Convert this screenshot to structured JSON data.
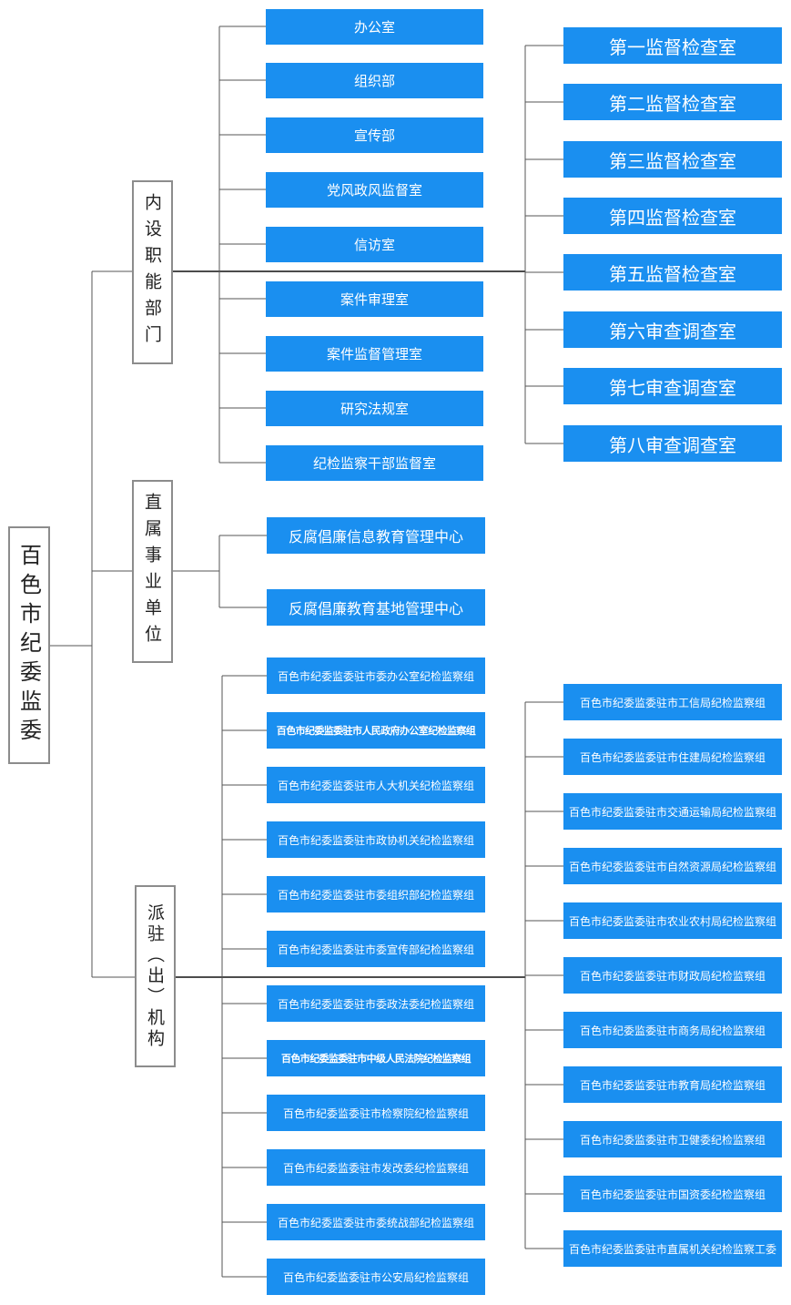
{
  "root": {
    "label": "百色市纪委监委"
  },
  "categories": {
    "internal": {
      "label": "内设职能部门"
    },
    "affiliated": {
      "label": "直属事业单位"
    },
    "dispatched": {
      "label": "派驻（出）机构"
    }
  },
  "internal": {
    "left": [
      "办公室",
      "组织部",
      "宣传部",
      "党风政风监督室",
      "信访室",
      "案件审理室",
      "案件监督管理室",
      "研究法规室",
      "纪检监察干部监督室"
    ],
    "right": [
      "第一监督检查室",
      "第二监督检查室",
      "第三监督检查室",
      "第四监督检查室",
      "第五监督检查室",
      "第六审查调查室",
      "第七审查调查室",
      "第八审查调查室"
    ]
  },
  "affiliated": {
    "items": [
      "反腐倡廉信息教育管理中心",
      "反腐倡廉教育基地管理中心"
    ]
  },
  "dispatched": {
    "left": [
      "百色市纪委监委驻市委办公室纪检监察组",
      "百色市纪委监委驻市人民政府办公室纪检监察组",
      "百色市纪委监委驻市人大机关纪检监察组",
      "百色市纪委监委驻市政协机关纪检监察组",
      "百色市纪委监委驻市委组织部纪检监察组",
      "百色市纪委监委驻市委宣传部纪检监察组",
      "百色市纪委监委驻市委政法委纪检监察组",
      "百色市纪委监委驻市中级人民法院纪检监察组",
      "百色市纪委监委驻市检察院纪检监察组",
      "百色市纪委监委驻市发改委纪检监察组",
      "百色市纪委监委驻市委统战部纪检监察组",
      "百色市纪委监委驻市公安局纪检监察组"
    ],
    "right": [
      "百色市纪委监委驻市工信局纪检监察组",
      "百色市纪委监委驻市住建局纪检监察组",
      "百色市纪委监委驻市交通运输局纪检监察组",
      "百色市纪委监委驻市自然资源局纪检监察组",
      "百色市纪委监委驻市农业农村局纪检监察组",
      "百色市纪委监委驻市财政局纪检监察组",
      "百色市纪委监委驻市商务局纪检监察组",
      "百色市纪委监委驻市教育局纪检监察组",
      "百色市纪委监委驻市卫健委纪检监察组",
      "百色市纪委监委驻市国资委纪检监察组",
      "百色市纪委监委驻市直属机关纪检监察工委"
    ]
  }
}
